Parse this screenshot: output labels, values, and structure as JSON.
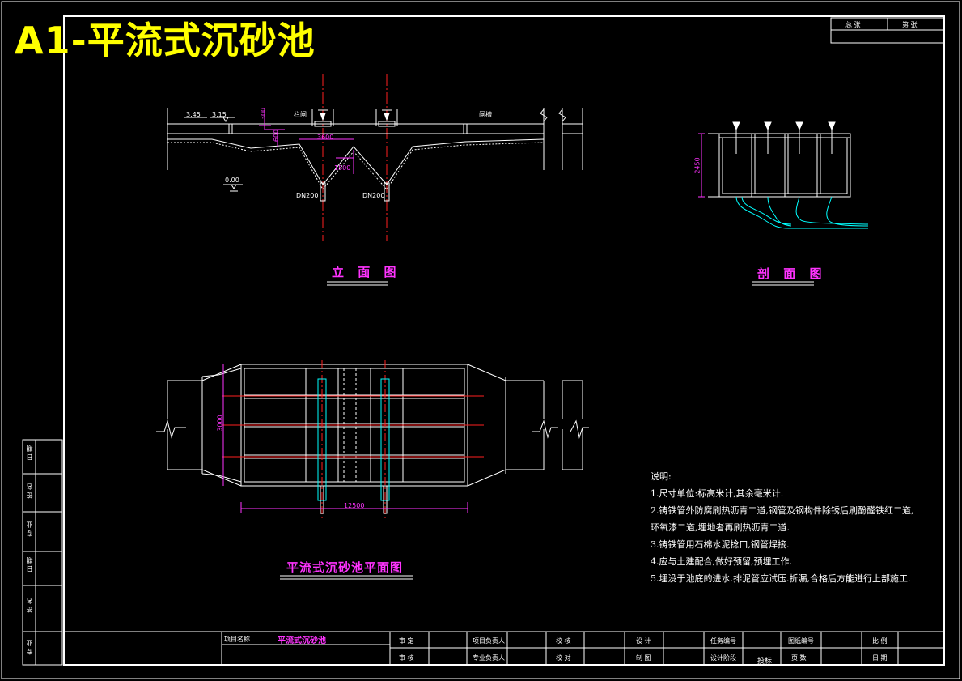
{
  "title": "A1-平流式沉砂池",
  "top_right_table": {
    "col1": "总 张",
    "col2": "第 张"
  },
  "elevation": {
    "caption": "立 面 图",
    "labels": {
      "lv1": "3.45",
      "lv2": "3.15",
      "lv3": "0.00",
      "dim_a": "300",
      "dim_b": "600",
      "dim_c": "3600",
      "dim_d": "1500",
      "pipe_left": "DN200",
      "pipe_right": "DN200",
      "gate_left": "栏闸",
      "gate_right": "闸槽"
    }
  },
  "section": {
    "caption": "剖 面 图",
    "dim": "2450"
  },
  "plan": {
    "caption": "平流式沉砂池平面图",
    "dim_width": "12500",
    "dim_height": "3000"
  },
  "notes": {
    "heading": "说明:",
    "items": [
      "1.尺寸单位:标高米计,其余毫米计.",
      "2.铸铁管外防腐刷热沥青二道,钢管及钢构件除锈后刷酚醛铁红二道,",
      "环氧漆二道,埋地者再刷热沥青二道.",
      "3.铸铁管用石棉水泥捻口,钢管焊接.",
      "4.应与土建配合,做好预留,预埋工作.",
      "5.埋没于池底的进水.排泥管应试压.折漏,合格后方能进行上部施工."
    ]
  },
  "left_strip": [
    "日 期",
    "签 名",
    "专 业",
    "日 期",
    "签 名",
    "专 业"
  ],
  "title_block": {
    "project_label": "项目名称",
    "project_value": "平流式沉砂池",
    "r1": [
      "审 定",
      "项目负责人",
      "校 核",
      "设 计",
      "任务编号",
      "图纸编号",
      "比 例"
    ],
    "r2": [
      "审 核",
      "专业负责人",
      "校 对",
      "制 图",
      "设计阶段",
      "投标",
      "页 数",
      "日 期"
    ]
  },
  "colors": {
    "background": "#000000",
    "line": "#ffffff",
    "title": "#ffff00",
    "caption": "#ff33ff",
    "axis": "#ff2020",
    "pipe": "#00ffff"
  }
}
